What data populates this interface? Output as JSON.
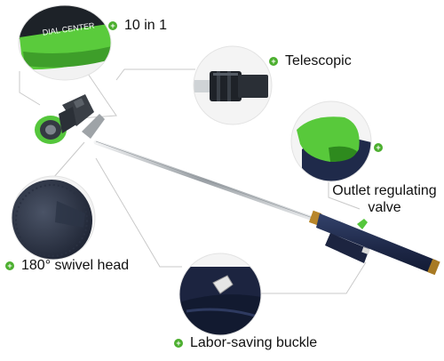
{
  "callouts": {
    "ten_in_one": "10 in 1",
    "telescopic": "Telescopic",
    "outlet_line1": "Outlet regulating",
    "outlet_line2": "valve",
    "swivel": "180° swivel head",
    "buckle": "Labor-saving buckle"
  },
  "dial_text": "DIAL CENTER",
  "plus_glyph": "+",
  "colors": {
    "accent_green": "#4caf2f",
    "handle_navy": "#1f2a4a",
    "brass": "#b8862a",
    "steel": "#cfd3d6"
  }
}
